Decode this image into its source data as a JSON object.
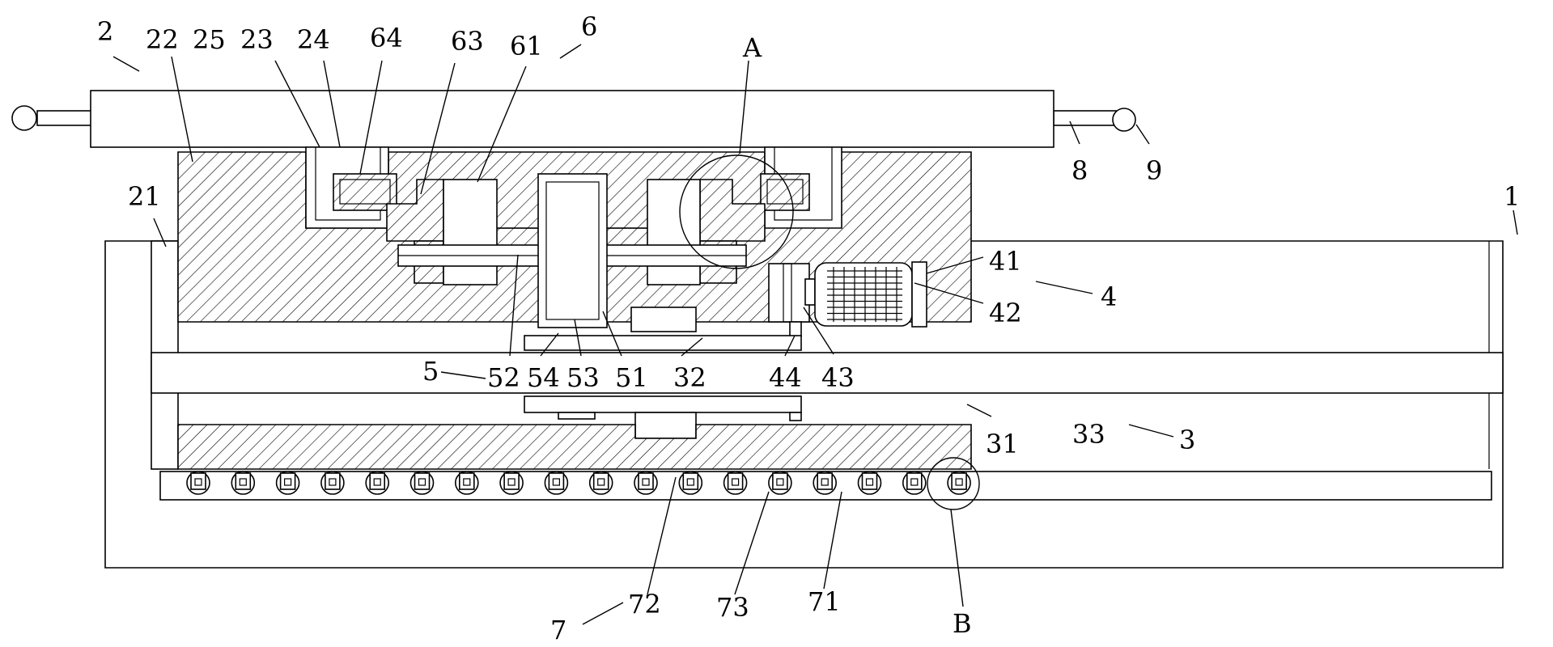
{
  "labels": {
    "l1": "1",
    "l2": "2",
    "l3": "3",
    "l4": "4",
    "l5": "5",
    "l6": "6",
    "l7": "7",
    "l8": "8",
    "l9": "9",
    "l21": "21",
    "l22": "22",
    "l23": "23",
    "l24": "24",
    "l25": "25",
    "l31": "31",
    "l32": "32",
    "l33": "33",
    "l41": "41",
    "l42": "42",
    "l43": "43",
    "l44": "44",
    "l51": "51",
    "l52": "52",
    "l53": "53",
    "l54": "54",
    "l61": "61",
    "l63": "63",
    "l64": "64",
    "l71": "71",
    "l72": "72",
    "l73": "73",
    "lA": "A",
    "lB": "B"
  }
}
